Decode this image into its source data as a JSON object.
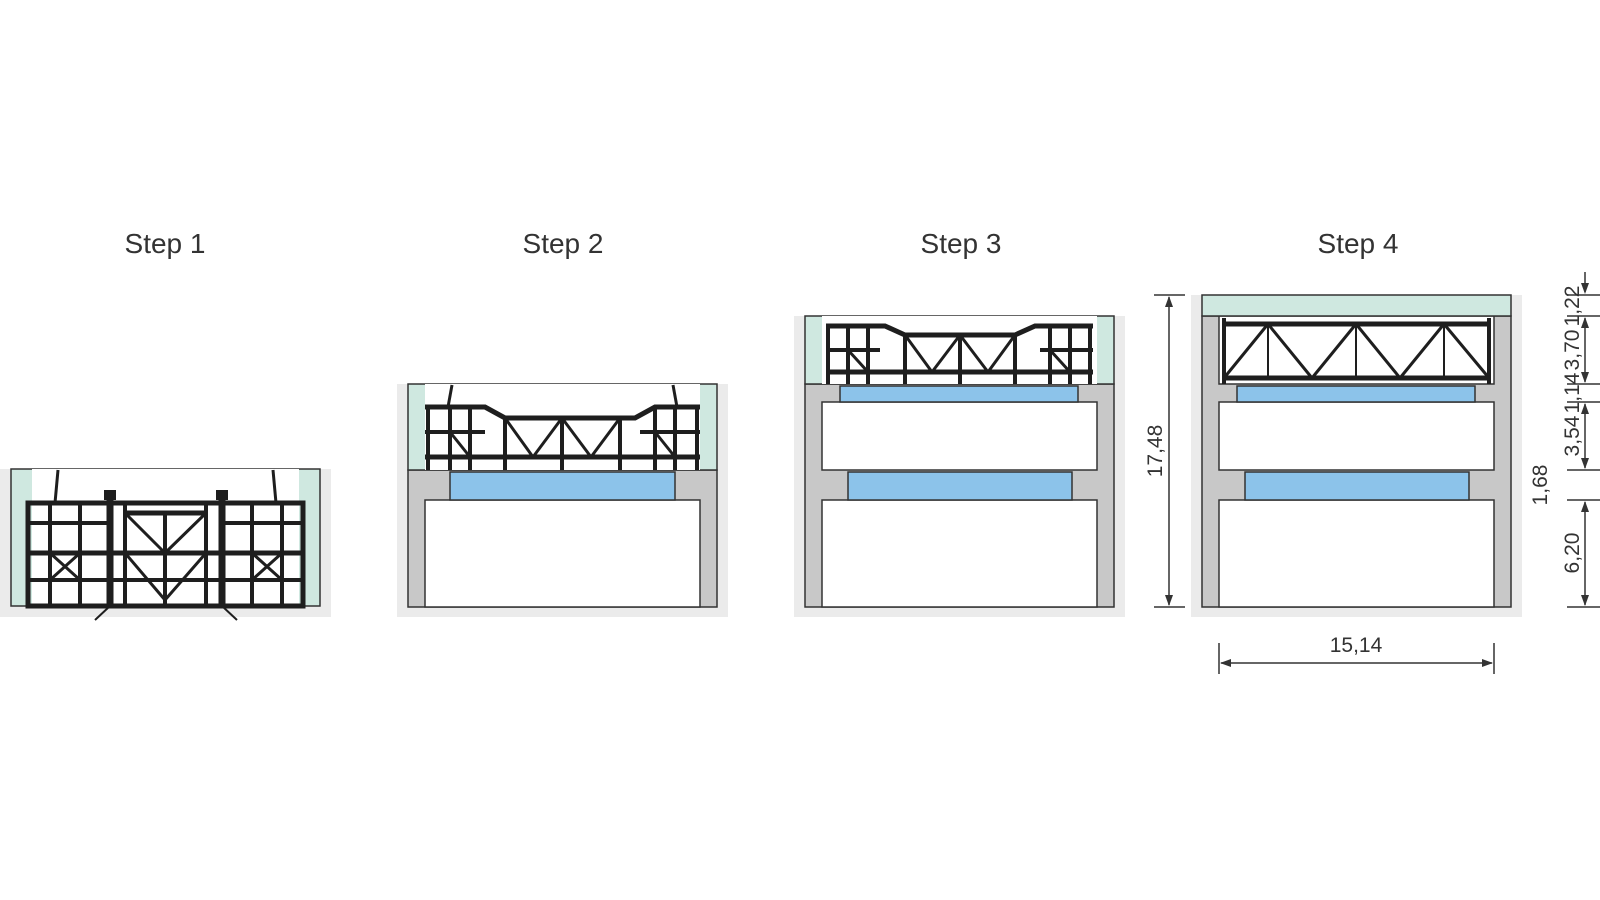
{
  "steps": [
    {
      "label": "Step 1"
    },
    {
      "label": "Step 2"
    },
    {
      "label": "Step 3"
    },
    {
      "label": "Step 4"
    }
  ],
  "dimensions": {
    "total_height": "17,48",
    "width": "15,14",
    "segments": [
      "1,22",
      "3,70",
      "1,14",
      "3,54",
      "1,68",
      "6,20"
    ]
  },
  "colors": {
    "surround": "#ebebeb",
    "wall": "#c8c8c8",
    "new_concrete": "#cfe8e0",
    "slab": "#8cc3ea",
    "formwork": "#1e1e1e",
    "line": "#333333"
  }
}
